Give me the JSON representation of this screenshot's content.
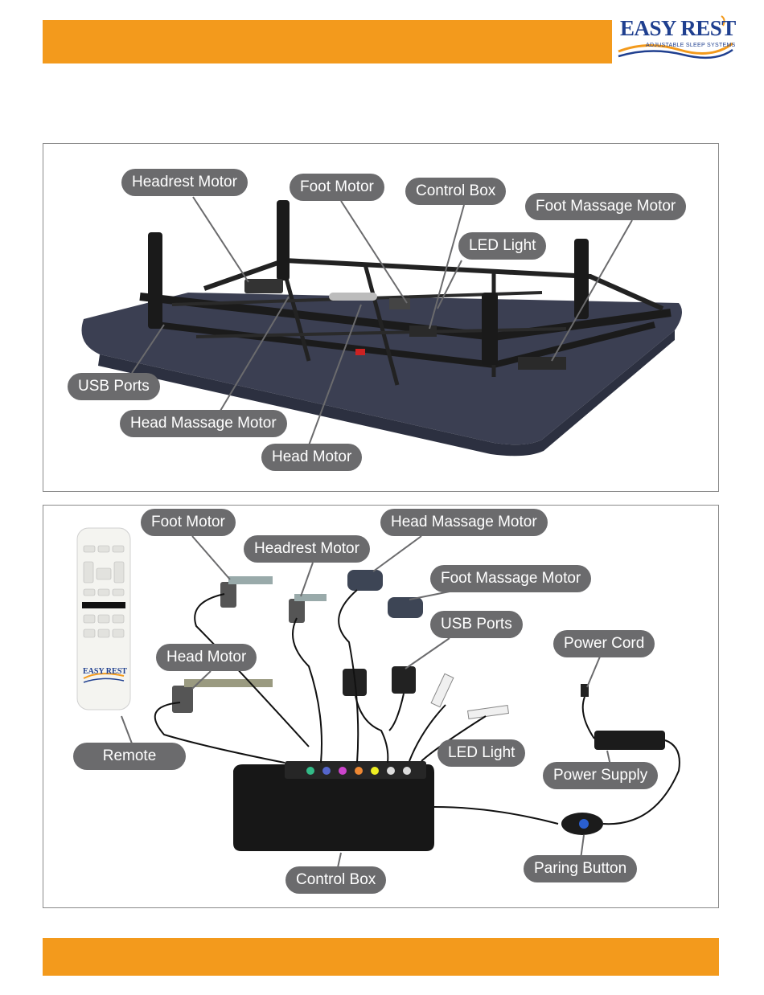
{
  "header": {
    "brand": "EASY REST",
    "tagline": "ADJUSTABLE SLEEP SYSTEMS",
    "accent_color": "#f39a1c"
  },
  "frame_labels": {
    "headrest_motor": "Headrest Motor",
    "foot_motor": "Foot Motor",
    "control_box": "Control Box",
    "foot_massage_motor": "Foot Massage Motor",
    "led_light": "LED Light",
    "usb_ports": "USB Ports",
    "head_massage_motor": "Head Massage Motor",
    "head_motor": "Head Motor"
  },
  "parts_labels": {
    "foot_motor": "Foot Motor",
    "headrest_motor": "Headrest Motor",
    "head_massage_motor": "Head Massage Motor",
    "foot_massage_motor": "Foot Massage Motor",
    "usb_ports": "USB Ports",
    "power_cord": "Power Cord",
    "head_motor": "Head Motor",
    "remote": "Remote",
    "led_light": "LED Light",
    "power_supply": "Power Supply",
    "paring_button": "Paring Button",
    "control_box": "Control Box"
  },
  "remote_brand": "EASY REST"
}
